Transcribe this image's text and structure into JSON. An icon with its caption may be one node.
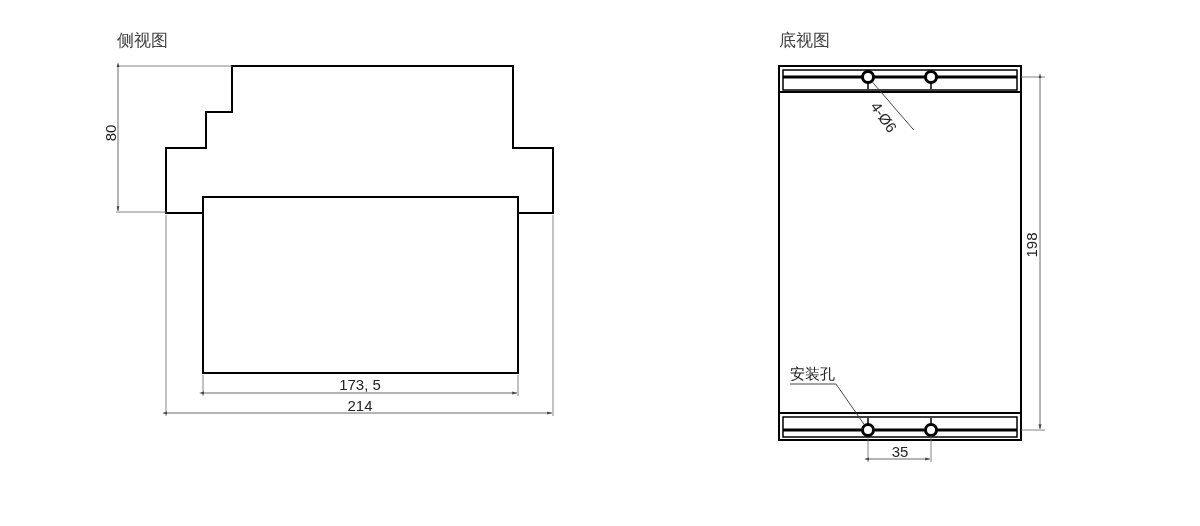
{
  "diagram": {
    "nodes": [
      {
        "text": [
          "4-Ø6"
        ]
      },
      {
        "text": [],
        "shape": "circle"
      },
      {
        "text": [
          "安装孔"
        ]
      },
      {
        "text": [],
        "shape": "circle"
      }
    ],
    "edges": [
      {
        "from": 0,
        "to": 1,
        "arrow": "none"
      },
      {
        "from": 2,
        "to": 3,
        "arrow": "none"
      }
    ],
    "labels": [
      "侧视图",
      "底视图",
      "80",
      "173, 5",
      "214",
      "198",
      "35"
    ]
  }
}
